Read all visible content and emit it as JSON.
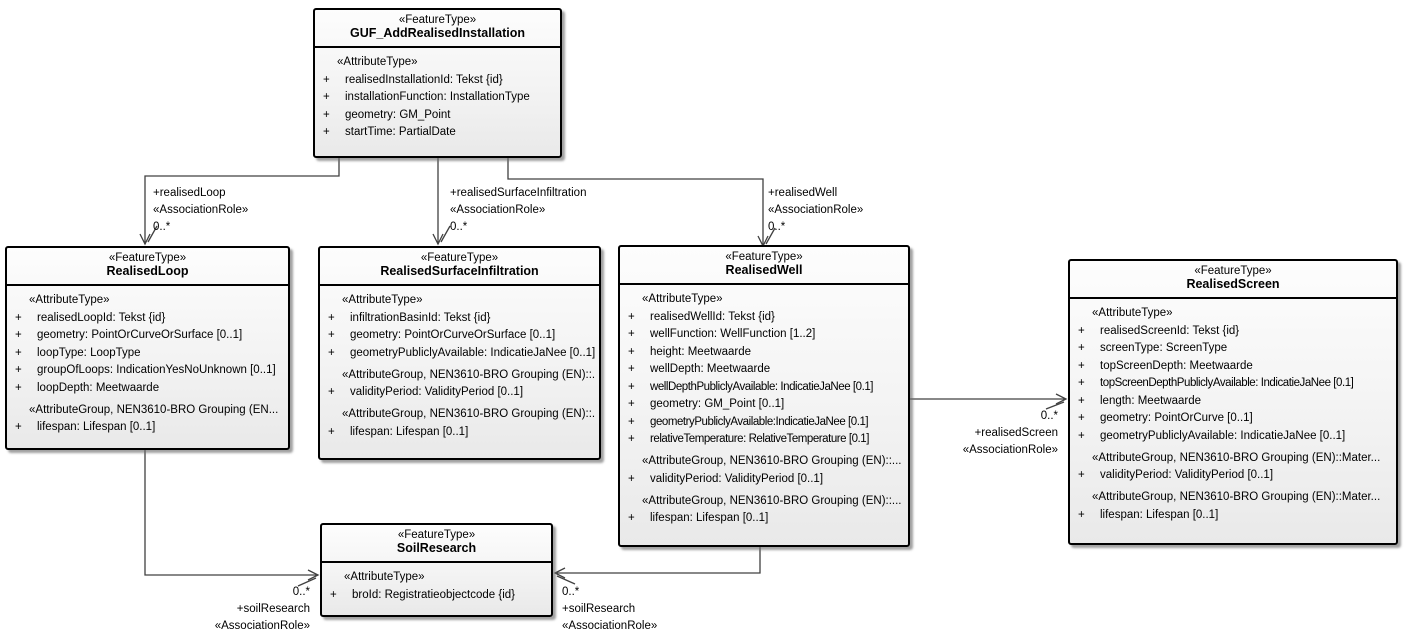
{
  "diagram_title": "GUF_AddRealisedInstallation UML feature type diagram",
  "colors": {
    "background": "#ffffff",
    "box_fill_top": "#fdfdfd",
    "box_fill_bottom": "#e9e9e9",
    "box_border": "#000000",
    "line": "#404040",
    "text": "#000000"
  },
  "classes": [
    {
      "stereotype": "«FeatureType»",
      "name": "GUF_AddRealisedInstallation",
      "rows": [
        {
          "kind": "header",
          "text": "«AttributeType»"
        },
        {
          "kind": "attr",
          "vis": "+",
          "text": "realisedInstallationId: Tekst {id}"
        },
        {
          "kind": "attr",
          "vis": "+",
          "text": "installationFunction: InstallationType"
        },
        {
          "kind": "attr",
          "vis": "+",
          "text": "geometry: GM_Point"
        },
        {
          "kind": "attr",
          "vis": "+",
          "text": "startTime: PartialDate"
        }
      ]
    },
    {
      "stereotype": "«FeatureType»",
      "name": "RealisedLoop",
      "rows": [
        {
          "kind": "header",
          "text": "«AttributeType»"
        },
        {
          "kind": "attr",
          "vis": "+",
          "text": "realisedLoopId: Tekst {id}"
        },
        {
          "kind": "attr",
          "vis": "+",
          "text": "geometry: PointOrCurveOrSurface [0..1]"
        },
        {
          "kind": "attr",
          "vis": "+",
          "text": "loopType: LoopType"
        },
        {
          "kind": "attr",
          "vis": "+",
          "text": "groupOfLoops: IndicationYesNoUnknown [0..1]"
        },
        {
          "kind": "attr",
          "vis": "+",
          "text": "loopDepth: Meetwaarde"
        },
        {
          "kind": "header",
          "text": "«AttributeGroup, NEN3610-BRO Grouping (EN..."
        },
        {
          "kind": "attr",
          "vis": "+",
          "text": "lifespan: Lifespan [0..1]"
        }
      ]
    },
    {
      "stereotype": "«FeatureType»",
      "name": "RealisedSurfaceInfiltration",
      "rows": [
        {
          "kind": "header",
          "text": "«AttributeType»"
        },
        {
          "kind": "attr",
          "vis": "+",
          "text": "infiltrationBasinId: Tekst {id}"
        },
        {
          "kind": "attr",
          "vis": "+",
          "text": "geometry: PointOrCurveOrSurface [0..1]"
        },
        {
          "kind": "attr",
          "vis": "+",
          "text": "geometryPubliclyAvailable: IndicatieJaNee [0..1]"
        },
        {
          "kind": "header",
          "text": "«AttributeGroup, NEN3610-BRO Grouping (EN)::..."
        },
        {
          "kind": "attr",
          "vis": "+",
          "text": "validityPeriod: ValidityPeriod [0..1]"
        },
        {
          "kind": "header",
          "text": "«AttributeGroup, NEN3610-BRO Grouping (EN)::..."
        },
        {
          "kind": "attr",
          "vis": "+",
          "text": "lifespan: Lifespan [0..1]"
        }
      ]
    },
    {
      "stereotype": "«FeatureType»",
      "name": "RealisedWell",
      "rows": [
        {
          "kind": "header",
          "text": "«AttributeType»"
        },
        {
          "kind": "attr",
          "vis": "+",
          "text": "realisedWellId: Tekst {id}"
        },
        {
          "kind": "attr",
          "vis": "+",
          "text": "wellFunction: WellFunction [1..2]"
        },
        {
          "kind": "attr",
          "vis": "+",
          "text": "height: Meetwaarde"
        },
        {
          "kind": "attr",
          "vis": "+",
          "text": "wellDepth: Meetwaarde"
        },
        {
          "kind": "attr",
          "vis": "+",
          "text": "wellDepthPubliclyAvailable: IndicatieJaNee [0.1]"
        },
        {
          "kind": "attr",
          "vis": "+",
          "text": "geometry: GM_Point [0..1]"
        },
        {
          "kind": "attr",
          "vis": "+",
          "text": "geometryPubliclyAvailable:IndicatieJaNee [0.1]"
        },
        {
          "kind": "attr",
          "vis": "+",
          "text": "relativeTemperature: RelativeTemperature [0.1]"
        },
        {
          "kind": "header",
          "text": "«AttributeGroup, NEN3610-BRO Grouping (EN)::..."
        },
        {
          "kind": "attr",
          "vis": "+",
          "text": "validityPeriod: ValidityPeriod [0..1]"
        },
        {
          "kind": "header",
          "text": "«AttributeGroup, NEN3610-BRO Grouping (EN)::..."
        },
        {
          "kind": "attr",
          "vis": "+",
          "text": "lifespan: Lifespan [0..1]"
        }
      ]
    },
    {
      "stereotype": "«FeatureType»",
      "name": "RealisedScreen",
      "rows": [
        {
          "kind": "header",
          "text": "«AttributeType»"
        },
        {
          "kind": "attr",
          "vis": "+",
          "text": "realisedScreenId: Tekst {id}"
        },
        {
          "kind": "attr",
          "vis": "+",
          "text": "screenType: ScreenType"
        },
        {
          "kind": "attr",
          "vis": "+",
          "text": "topScreenDepth: Meetwaarde"
        },
        {
          "kind": "attr",
          "vis": "+",
          "text": "topScreenDepthPubliclyAvailable: IndicatieJaNee [0.1]"
        },
        {
          "kind": "attr",
          "vis": "+",
          "text": "length: Meetwaarde"
        },
        {
          "kind": "attr",
          "vis": "+",
          "text": "geometry: PointOrCurve [0..1]"
        },
        {
          "kind": "attr",
          "vis": "+",
          "text": "geometryPubliclyAvailable: IndicatieJaNee [0..1]"
        },
        {
          "kind": "header",
          "text": "«AttributeGroup, NEN3610-BRO Grouping (EN)::Mater..."
        },
        {
          "kind": "attr",
          "vis": "+",
          "text": "validityPeriod: ValidityPeriod [0..1]"
        },
        {
          "kind": "header",
          "text": "«AttributeGroup, NEN3610-BRO Grouping (EN)::Mater..."
        },
        {
          "kind": "attr",
          "vis": "+",
          "text": "lifespan: Lifespan [0..1]"
        }
      ]
    },
    {
      "stereotype": "«FeatureType»",
      "name": "SoilResearch",
      "rows": [
        {
          "kind": "header",
          "text": "«AttributeType»"
        },
        {
          "kind": "attr",
          "vis": "+",
          "text": "broId: Registratieobjectcode {id}"
        }
      ]
    }
  ],
  "associations": [
    {
      "from": "GUF_AddRealisedInstallation",
      "to": "RealisedLoop",
      "role": "+realisedLoop",
      "stereotype": "«AssociationRole»",
      "multiplicity": "0..*"
    },
    {
      "from": "GUF_AddRealisedInstallation",
      "to": "RealisedSurfaceInfiltration",
      "role": "+realisedSurfaceInfiltration",
      "stereotype": "«AssociationRole»",
      "multiplicity": "0..*"
    },
    {
      "from": "GUF_AddRealisedInstallation",
      "to": "RealisedWell",
      "role": "+realisedWell",
      "stereotype": "«AssociationRole»",
      "multiplicity": "0..*"
    },
    {
      "from": "RealisedWell",
      "to": "RealisedScreen",
      "role": "+realisedScreen",
      "stereotype": "«AssociationRole»",
      "multiplicity": "0..*"
    },
    {
      "from": "RealisedLoop",
      "to": "SoilResearch",
      "role": "+soilResearch",
      "stereotype": "«AssociationRole»",
      "multiplicity": "0..*"
    },
    {
      "from": "RealisedWell",
      "to": "SoilResearch",
      "role": "+soilResearch",
      "stereotype": "«AssociationRole»",
      "multiplicity": "0..*"
    }
  ]
}
